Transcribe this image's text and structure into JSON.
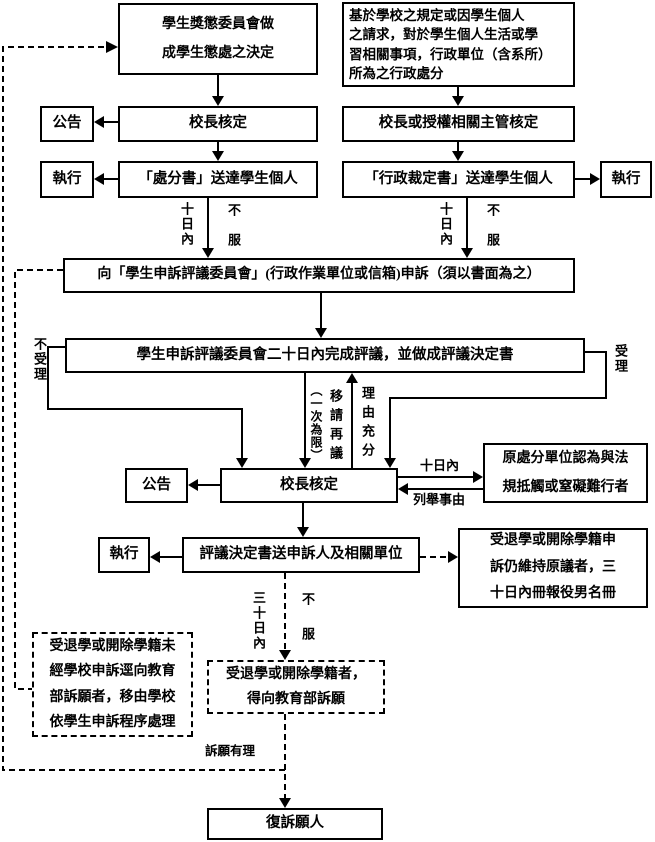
{
  "flowchart": {
    "colors": {
      "line": "#000000",
      "background": "#ffffff"
    },
    "boxes": {
      "committee": "學生獎懲委員會做\n成學生懲處之決定",
      "announce1": "公告",
      "principal1": "校長核定",
      "exec1": "執行",
      "sanction_notice": "「處分書」送達學生個人",
      "admin_basis": "基於學校之規定或因學生個人\n之請求，對於學生個人生活或學\n習相關事項，行政單位（含系所）\n所為之行政處分",
      "principal2": "校長或授權相關主管核定",
      "ruling_notice": "「行政裁定書」送達學生個人",
      "exec2": "執行",
      "appeal_filing": "向「學生申訴評議委員會」(行政作業單位或信箱)申訴（須以書面為之）",
      "appeal_review": "學生申訴評議委員會二十日內完成評議，並做成評議決定書",
      "announce2": "公告",
      "principal3": "校長核定",
      "original_unit": "原處分單位認為與法\n規抵觸或窒礙難行者",
      "exec3": "執行",
      "decision_delivery": "評議決定書送申訴人及相關單位",
      "military_roster": "受退學或開除學籍申\n訴仍維持原議者，三\n十日內冊報役男名冊",
      "moe_petition": "受退學或開除學籍者，\n得向教育部訴願",
      "transfer_back": "受退學或開除學籍未\n經學校申訴逕向教育\n部訴願者，移由學校\n依學生申訴程序處理",
      "reply_appellant": "復訴願人"
    },
    "labels": {
      "ten_days_left": "十日內",
      "dissent_left": "不服",
      "ten_days_right": "十日內",
      "dissent_right": "不服",
      "reject": "不受理",
      "accept": "受理",
      "once_limit": "（一次為限）",
      "reconsider": "移請再議",
      "sufficient_reason": "理由充分",
      "ten_days_mid": "十日內",
      "list_reasons": "列舉事由",
      "thirty_days": "三十日內",
      "dissent_bottom": "不服",
      "petition_justified": "訴願有理"
    }
  }
}
